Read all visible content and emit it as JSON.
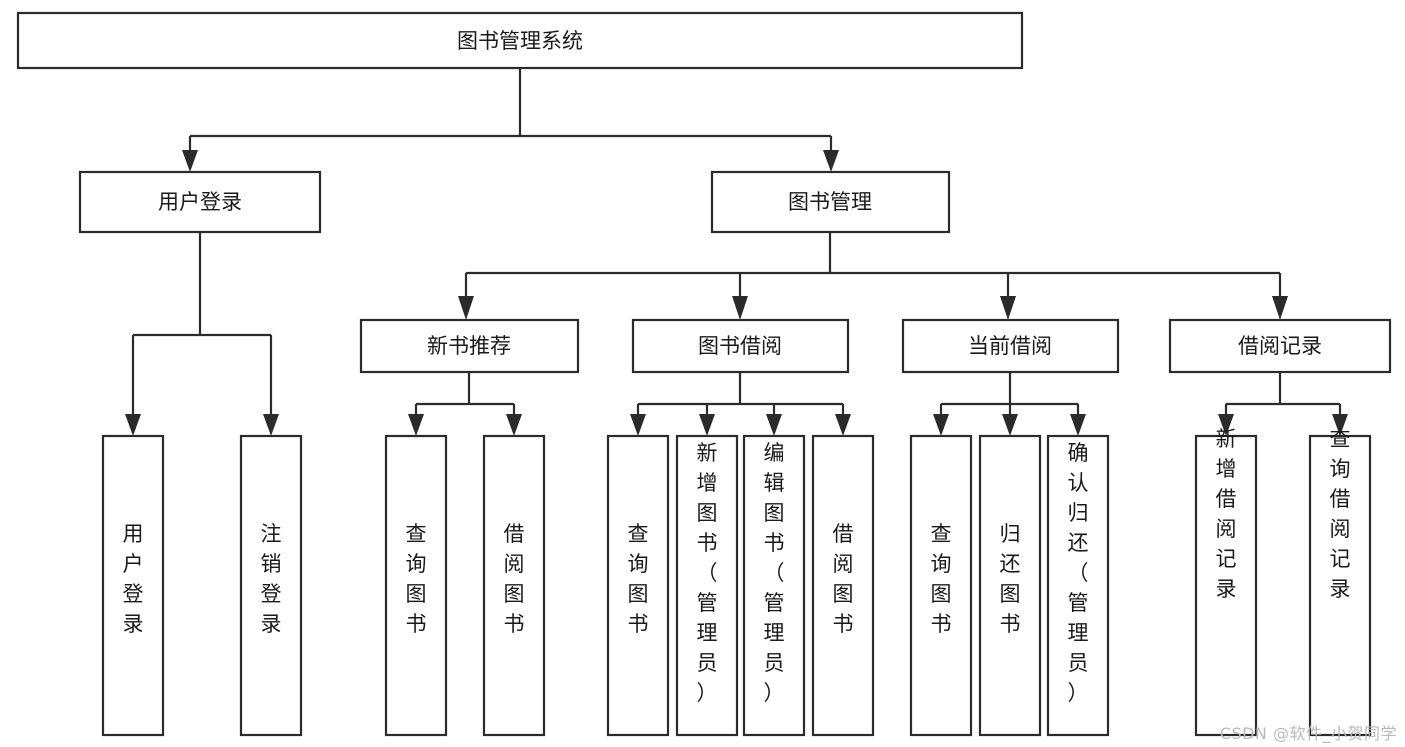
{
  "diagram": {
    "type": "hierarchy-tree",
    "title": "图书管理系统",
    "watermark": "CSDN @软件_小贺同学",
    "colors": {
      "box_stroke": "#2b2b2b",
      "box_fill": "#ffffff",
      "text": "#1a1a1a",
      "background": "#ffffff",
      "watermark": "#b9b9b9"
    },
    "nodes": {
      "root": {
        "label": "图书管理系统"
      },
      "level2": [
        {
          "id": "user-login",
          "label": "用户登录"
        },
        {
          "id": "book-management",
          "label": "图书管理"
        }
      ],
      "level3": [
        {
          "id": "new-book-recommend",
          "label": "新书推荐"
        },
        {
          "id": "book-borrow",
          "label": "图书借阅"
        },
        {
          "id": "current-borrow",
          "label": "当前借阅"
        },
        {
          "id": "borrow-record",
          "label": "借阅记录"
        }
      ],
      "leaves": {
        "user-login": [
          {
            "id": "leaf-user-login",
            "label": "用户登录"
          },
          {
            "id": "leaf-logout-login",
            "label": "注销登录"
          }
        ],
        "new-book-recommend": [
          {
            "id": "leaf-query-book-1",
            "label": "查询图书"
          },
          {
            "id": "leaf-borrow-book-1",
            "label": "借阅图书"
          }
        ],
        "book-borrow": [
          {
            "id": "leaf-query-book-2",
            "label": "查询图书"
          },
          {
            "id": "leaf-add-book",
            "label": "新增图书（管理员）"
          },
          {
            "id": "leaf-edit-book",
            "label": "编辑图书（管理员）"
          },
          {
            "id": "leaf-borrow-book-2",
            "label": "借阅图书"
          }
        ],
        "current-borrow": [
          {
            "id": "leaf-query-book-3",
            "label": "查询图书"
          },
          {
            "id": "leaf-return-book",
            "label": "归还图书"
          },
          {
            "id": "leaf-confirm-return",
            "label": "确认归还（管理员）"
          }
        ],
        "borrow-record": [
          {
            "id": "leaf-add-record",
            "label": "新增借阅记录"
          },
          {
            "id": "leaf-query-record",
            "label": "查询借阅记录"
          }
        ]
      }
    }
  }
}
